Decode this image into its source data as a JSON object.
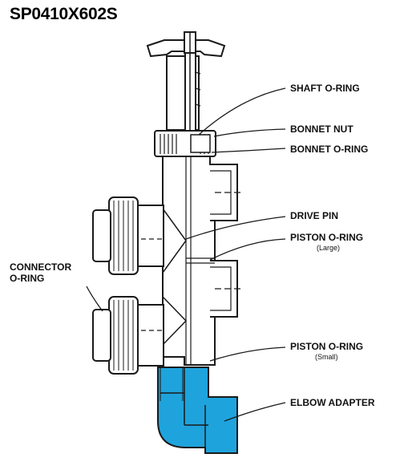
{
  "title": "SP0410X602S",
  "labels": {
    "shaft_oring": "SHAFT O-RING",
    "bonnet_nut": "BONNET NUT",
    "bonnet_oring": "BONNET O-RING",
    "drive_pin": "DRIVE PIN",
    "piston_oring_large": "PISTON O-RING",
    "piston_oring_large_sub": "(Large)",
    "connector_oring_line1": "CONNECTOR",
    "connector_oring_line2": "O-RING",
    "piston_oring_small": "PISTON O-RING",
    "piston_oring_small_sub": "(Small)",
    "elbow_adapter": "ELBOW ADAPTER"
  },
  "colors": {
    "highlight": "#1fa3dc",
    "line": "#1a1a1a",
    "part_fill": "#ffffff"
  }
}
